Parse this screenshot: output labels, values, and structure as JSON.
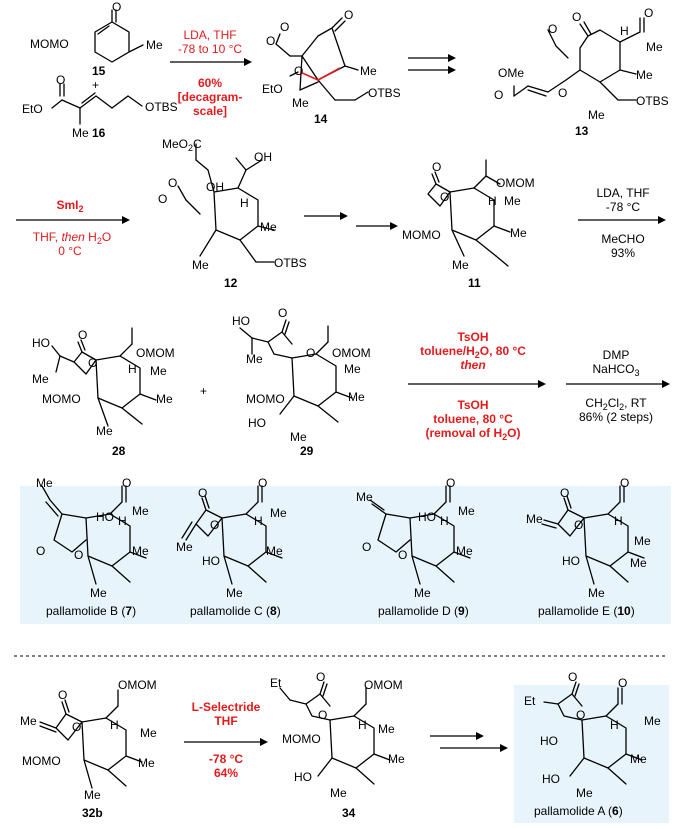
{
  "compounds": {
    "c15": "15",
    "c16": "16",
    "c14": "14",
    "c13": "13",
    "c12": "12",
    "c11": "11",
    "c28": "28",
    "c29": "29",
    "c32b": "32b",
    "c34": "34"
  },
  "labels": {
    "momo": "MOMO",
    "me": "Me",
    "plus": "+",
    "eto": "EtO",
    "otbs": "OTBS",
    "o": "O",
    "ome": "OMe",
    "meo": "MeO",
    "oh": "OH",
    "ho": "HO",
    "h": "H",
    "omom": "OMOM",
    "meo2c": "MeO",
    "twoc": "C",
    "et": "Et"
  },
  "step1": {
    "l1": "LDA, THF",
    "l2": "-78 to 10 °C",
    "l3": "60%",
    "l4": "[decagram-",
    "l5": "scale]"
  },
  "step2": {
    "above": "SmI",
    "b1": "THF, ",
    "b1i": "then",
    "b1e": " H",
    "b1o": "O",
    "b2": "0 °C"
  },
  "step3": {
    "l1": "LDA, THF",
    "l2": "-78 °C",
    "l3": "MeCHO",
    "l4": "93%"
  },
  "step4": {
    "l1": "TsOH",
    "l2": "toluene/H",
    "l2b": "O, 80 °C",
    "l3": "then",
    "l4": "TsOH",
    "l5": "toluene, 80 °C",
    "l6": "(removal of H",
    "l6b": "O)"
  },
  "step5": {
    "l1": "DMP",
    "l2": "NaHCO",
    "l3": "CH",
    "l3b": "Cl",
    "l3c": ", RT",
    "l4": "86% (2 steps)"
  },
  "step6": {
    "l1": "L-Selectride",
    "l2": "THF",
    "l3": "-78 °C",
    "l4": "64%"
  },
  "naturals": {
    "b": {
      "name": "pallamolide B (",
      "num": "7",
      "end": ")"
    },
    "c": {
      "name": "pallamolide C (",
      "num": "8",
      "end": ")"
    },
    "d": {
      "name": "pallamolide D (",
      "num": "9",
      "end": ")"
    },
    "e": {
      "name": "pallamolide E (",
      "num": "10",
      "end": ")"
    },
    "a": {
      "name": "pallamolide A (",
      "num": "6",
      "end": ")"
    }
  },
  "subscripts": {
    "two": "2",
    "three": "3"
  },
  "colors": {
    "reagent_red": "#e41a1c",
    "highlight_blue": "#e8f4fb"
  }
}
